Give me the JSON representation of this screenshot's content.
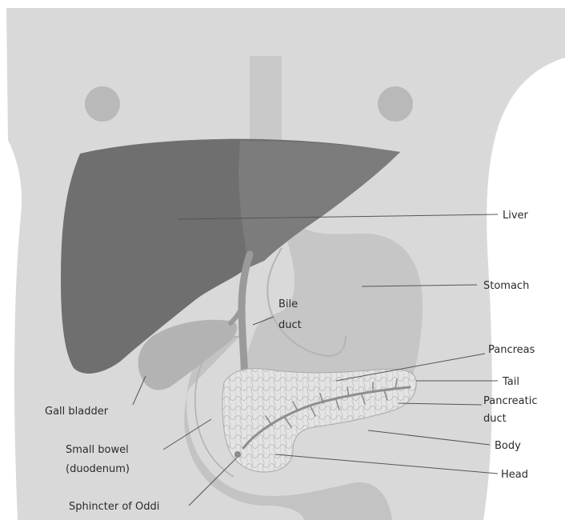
{
  "labels": {
    "liver": "Liver",
    "stomach": "Stomach",
    "bile_duct_line1": "Bile",
    "bile_duct_line2": "duct",
    "pancreas": "Pancreas",
    "tail": "Tail",
    "pancreatic_duct_line1": "Pancreatic",
    "pancreatic_duct_line2": "duct",
    "body": "Body",
    "head": "Head",
    "gall_bladder": "Gall bladder",
    "small_bowel_line1": "Small bowel",
    "small_bowel_line2": "(duodenum)",
    "sphincter_of_oddi": "Sphincter of Oddi"
  },
  "colors": {
    "background": "#ffffff",
    "torso": "#d9d9d9",
    "nipple": "#b9b9b9",
    "esophagus": "#c9c9c9",
    "liver": "#6f6f6f",
    "liver_left_lobe": "#7c7c7c",
    "stomach": "#c6c6c6",
    "gall_bladder": "#b3b3b3",
    "duodenum": "#c3c3c3",
    "bile_duct": "#9a9a9a",
    "pancreas": "#e4e4e4",
    "pancreatic_duct": "#8e8e8e",
    "label_text": "#2b2b2b"
  }
}
